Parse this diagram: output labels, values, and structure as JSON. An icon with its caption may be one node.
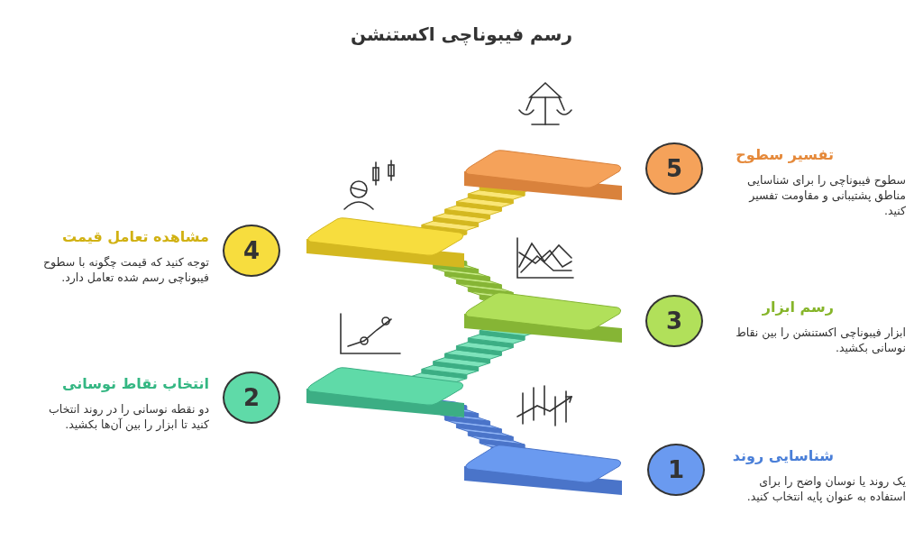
{
  "diagram": {
    "title": "رسم فیبوناچی اکستنشن",
    "nodes": [
      {
        "text": [
          "1"
        ],
        "beside": [
          "شناسایی روند",
          "یک روند یا نوسان واضح را برای استفاده به عنوان پایه انتخاب کنید."
        ]
      },
      {
        "text": [
          "2"
        ],
        "beside": [
          "انتخاب نقاط نوسانی",
          "دو نقطه نوسانی را در روند انتخاب کنید تا ابزار را بین آن‌ها بکشید."
        ]
      },
      {
        "text": [
          "3"
        ],
        "beside": [
          "رسم ابزار",
          "ابزار فیبوناچی اکستنشن را بین نقاط نوسانی بکشید."
        ]
      },
      {
        "text": [
          "4"
        ],
        "beside": [
          "مشاهده تعامل قیمت",
          "توجه کنید که قیمت چگونه با سطوح فیبوناچی رسم شده تعامل دارد."
        ]
      },
      {
        "text": [
          "5"
        ],
        "beside": [
          "تفسیر سطوح",
          "سطوح فیبوناچی را برای شناسایی مناطق پشتیبانی و مقاومت تفسیر کنید."
        ]
      }
    ],
    "edges": []
  }
}
